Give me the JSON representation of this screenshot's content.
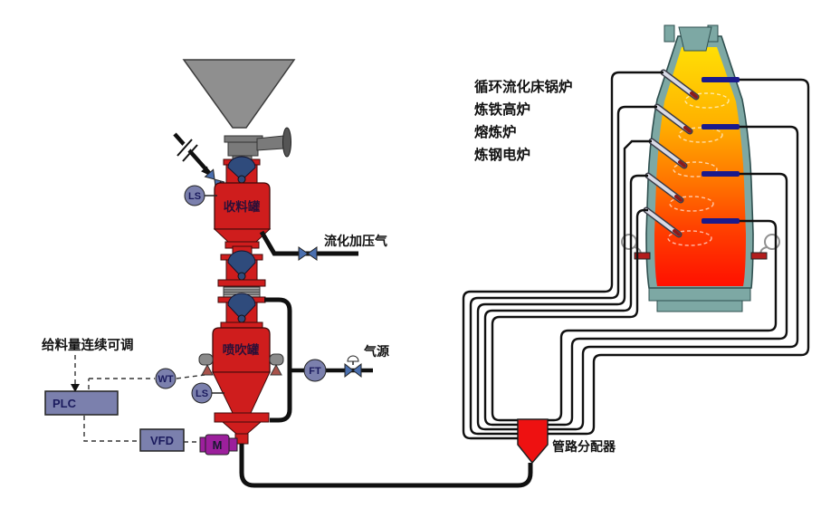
{
  "colors": {
    "vessel_red": "#cf1d1d",
    "distributor_red": "#ee1111",
    "instrument_blue": "#7b80ad",
    "control_box_blue": "#7b80ad",
    "motor_purple": "#9c1f9c",
    "dome_valve_blue": "#2f4b7c",
    "furnace_shell_teal": "#7da8a4",
    "fire_top_yellow": "#ffdf05",
    "fire_bottom_red": "#ff1000",
    "nozzle_navy": "#1a1a8c",
    "hopper_gray": "#8f8f8f",
    "pipe_black": "#101010"
  },
  "labels": {
    "feed_note": "给料量连续可调",
    "receiving_tank": "收料罐",
    "injection_tank": "喷吹罐",
    "fluidization_gas": "流化加压气",
    "gas_source": "气源",
    "distributor": "管路分配器"
  },
  "instruments": {
    "ls_upper": "LS",
    "ls_lower": "LS",
    "wt": "WT",
    "ft": "FT"
  },
  "controls": {
    "plc": "PLC",
    "vfd": "VFD",
    "motor": "M"
  },
  "furnace": {
    "applications": [
      "循环流化床锅炉",
      "炼铁高炉",
      "熔炼炉",
      "炼钢电炉"
    ]
  }
}
